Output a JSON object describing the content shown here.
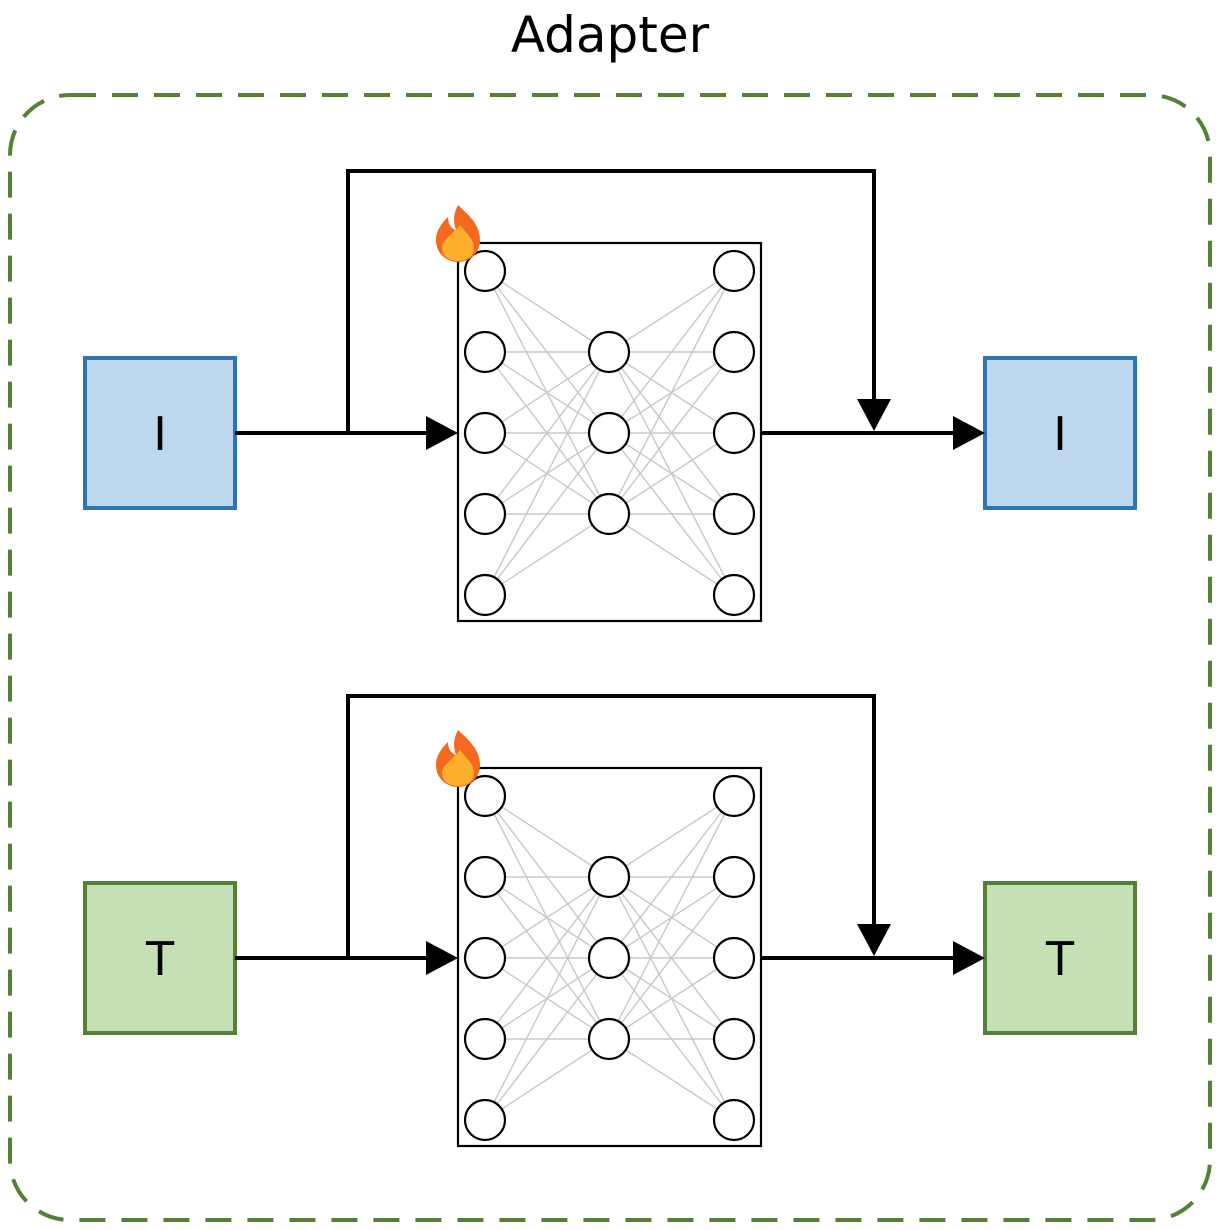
{
  "title": "Adapter",
  "colors": {
    "outer_border": "#548235",
    "image_fill": "#bdd7ee",
    "image_border": "#2e75b6",
    "text_fill": "#c5e0b4",
    "text_border": "#538135",
    "flame_outer": "#f4681f",
    "flame_inner": "#fcaf2c"
  },
  "rows": [
    {
      "id": "image",
      "input_label": "I",
      "output_label": "I",
      "icon": "fire-icon",
      "network_layers": [
        5,
        3,
        5
      ]
    },
    {
      "id": "text",
      "input_label": "T",
      "output_label": "T",
      "icon": "fire-icon",
      "network_layers": [
        5,
        3,
        5
      ]
    }
  ]
}
